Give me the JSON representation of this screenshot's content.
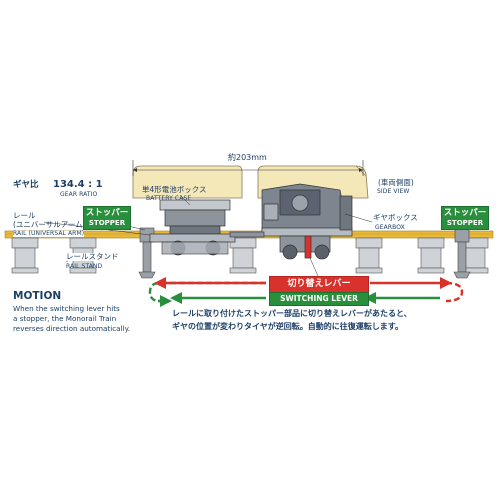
{
  "gear_ratio": {
    "label_jp": "ギヤ比",
    "value": "134.4 : 1",
    "label_en": "GEAR RATIO"
  },
  "rail": {
    "label_jp": "レール",
    "label_jp2": "(ユニバーサルアーム)",
    "label_en": "RAIL (UNIVERSAL ARM)"
  },
  "rail_stand": {
    "label_jp": "レールスタンド",
    "label_en": "RAIL STAND"
  },
  "dimension": {
    "label": "約203mm"
  },
  "battery_case": {
    "label_jp": "単4形電池ボックス",
    "label_en": "BATTERY CASE"
  },
  "side_view": {
    "label_jp": "(車両側面)",
    "label_en": "SIDE VIEW"
  },
  "gearbox": {
    "label_jp": "ギヤボックス",
    "label_en": "GEARBOX"
  },
  "stopper_left": {
    "label_jp": "ストッパー",
    "label_en": "STOPPER"
  },
  "stopper_right": {
    "label_jp": "ストッパー",
    "label_en": "STOPPER"
  },
  "switching_lever": {
    "label_jp": "切り替えレバー",
    "label_en": "SWITCHING LEVER"
  },
  "motion": {
    "title": "MOTION",
    "lines": [
      "When the switching lever hits",
      "a stopper, the Monorail Train",
      "reverses direction automatically."
    ]
  },
  "description_jp": [
    "レールに取り付けたストッパー部品に切り替えレバーがあたると、",
    "ギヤの位置が変わりタイヤが逆回転。自動的に往復運転します。"
  ],
  "colors": {
    "stopper_green": "#2a8f3c",
    "lever_red": "#d9312b",
    "arrow_green": "#2a8f3c",
    "arrow_red": "#d9312b",
    "rail_yellow": "#e8b838",
    "body_cream": "#f4e7b8",
    "text_navy": "#1d3f66"
  }
}
